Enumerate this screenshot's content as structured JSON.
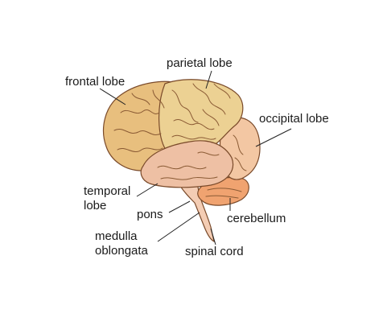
{
  "diagram": {
    "labels": {
      "parietal": "parietal lobe",
      "frontal": "frontal lobe",
      "occipital": "occipital lobe",
      "temporal_line1": "temporal",
      "temporal_line2": "lobe",
      "pons": "pons",
      "cerebellum": "cerebellum",
      "medulla_line1": "medulla",
      "medulla_line2": "oblongata",
      "spinal_cord": "spinal cord"
    },
    "colors": {
      "frontal": "#e8bf7e",
      "parietal": "#ecd193",
      "occipital": "#f3c7a3",
      "temporal": "#eec0a4",
      "cerebellum": "#f0a370",
      "brainstem": "#f4cdb4",
      "outline": "#7a4a2a",
      "leader": "#222222"
    }
  }
}
